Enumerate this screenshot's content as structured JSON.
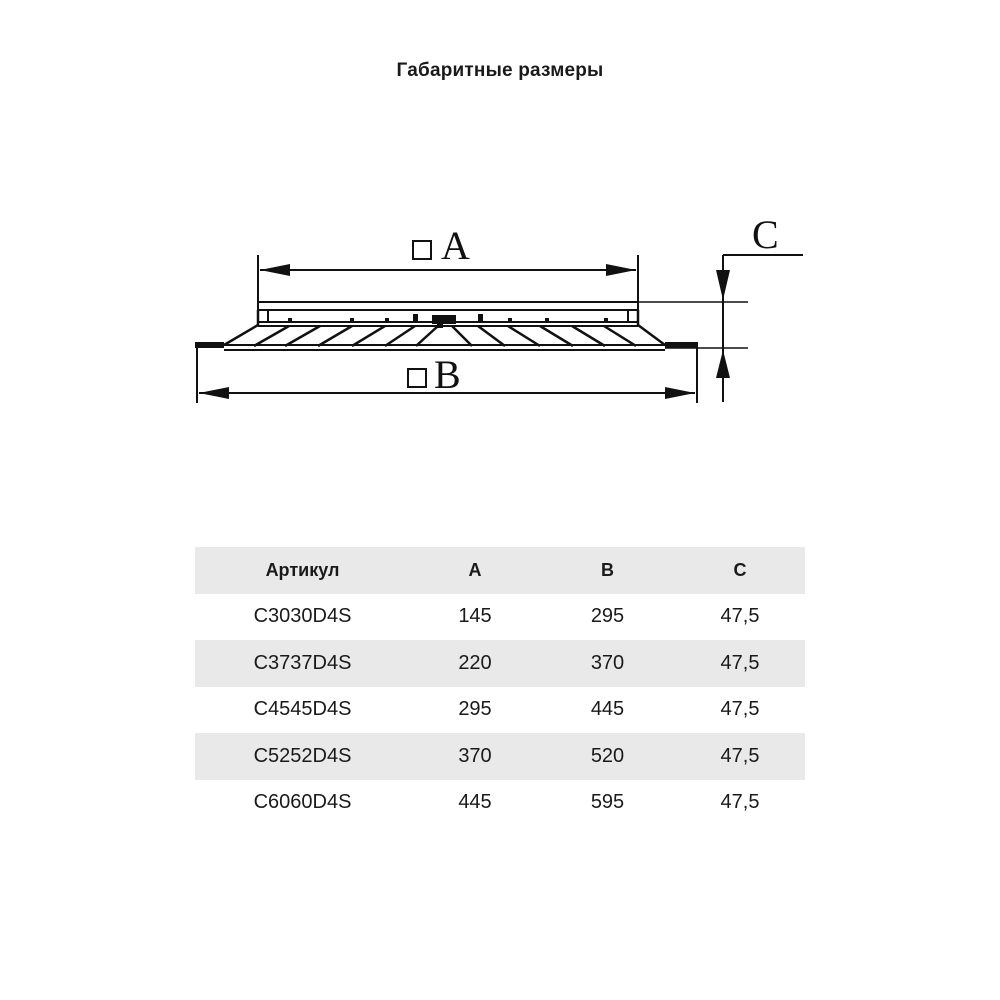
{
  "title": "Габаритные размеры",
  "drawing": {
    "label_a": "A",
    "label_b": "B",
    "label_c": "C"
  },
  "table": {
    "headers": [
      "Артикул",
      "A",
      "B",
      "C"
    ],
    "rows": [
      [
        "C3030D4S",
        "145",
        "295",
        "47,5"
      ],
      [
        "C3737D4S",
        "220",
        "370",
        "47,5"
      ],
      [
        "C4545D4S",
        "295",
        "445",
        "47,5"
      ],
      [
        "C5252D4S",
        "370",
        "520",
        "47,5"
      ],
      [
        "C6060D4S",
        "445",
        "595",
        "47,5"
      ]
    ]
  }
}
